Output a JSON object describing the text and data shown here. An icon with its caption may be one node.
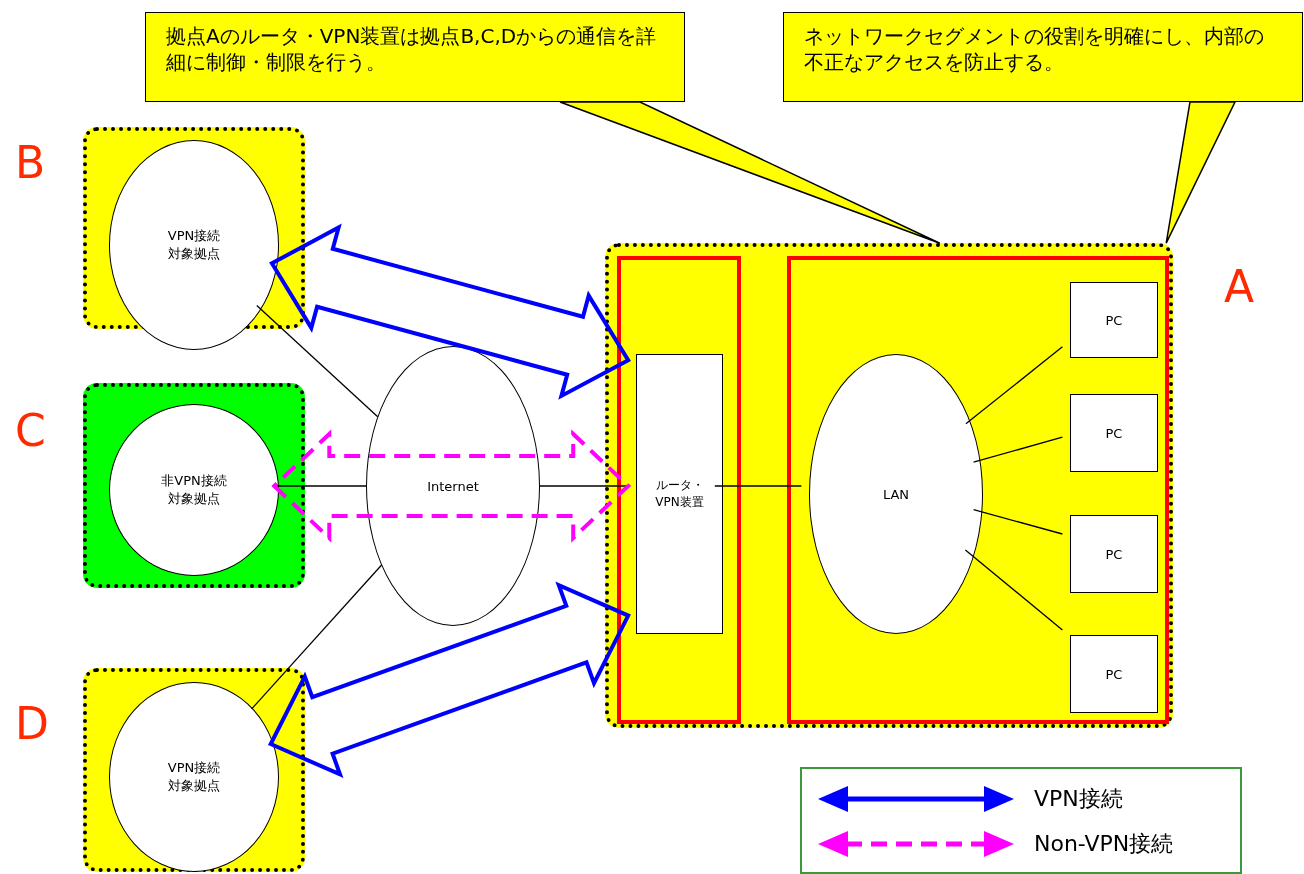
{
  "diagram": {
    "nodes": [
      {
        "text": [
          "B"
        ]
      },
      {
        "text": [
          "VPN接続対象拠点"
        ],
        "in": 0
      },
      {
        "text": [
          "C"
        ]
      },
      {
        "text": [
          "非VPN接続対象拠点"
        ],
        "in": 2
      },
      {
        "text": [
          "D"
        ]
      },
      {
        "text": [
          "VPN接続対象拠点"
        ],
        "in": 4
      },
      {
        "text": [
          "Internet"
        ]
      },
      {
        "text": [
          "A"
        ]
      },
      {
        "text": [],
        "shape": "box",
        "in": 7
      },
      {
        "text": [
          "ルータ・VPN装置"
        ],
        "in": 8
      },
      {
        "text": [],
        "shape": "box",
        "in": 7
      },
      {
        "text": [
          "LAN"
        ],
        "in": 10
      },
      {
        "text": [
          "PC"
        ],
        "in": 10
      },
      {
        "text": [
          "PC"
        ],
        "in": 10
      },
      {
        "text": [
          "PC"
        ],
        "in": 10
      },
      {
        "text": [
          "PC"
        ],
        "in": 10
      },
      {
        "text": [
          "拠点Aのルータ・VPN装置は拠点B,C,Dからの通信を詳細に制御・制限を行う。"
        ]
      },
      {
        "text": [
          "ネットワークセグメントの役割を明確にし、内部の不正なアクセスを防止する。"
        ]
      }
    ],
    "edges": [
      {
        "from": 1,
        "to": 6,
        "arrow": "none"
      },
      {
        "from": 3,
        "to": 6,
        "arrow": "none"
      },
      {
        "from": 5,
        "to": 6,
        "arrow": "none"
      },
      {
        "from": 6,
        "to": 9,
        "arrow": "none"
      },
      {
        "from": 9,
        "to": 11,
        "arrow": "none"
      },
      {
        "from": 11,
        "to": 12,
        "arrow": "none"
      },
      {
        "from": 11,
        "to": 13,
        "arrow": "none"
      },
      {
        "from": 11,
        "to": 14,
        "arrow": "none"
      },
      {
        "from": 11,
        "to": 15,
        "arrow": "none"
      },
      {
        "from": 1,
        "to": 9,
        "arrow": "both",
        "style": "thick",
        "color": "#0000ff"
      },
      {
        "from": 3,
        "to": 9,
        "arrow": "both",
        "style": "dashed",
        "color": "#ff00ff"
      },
      {
        "from": 5,
        "to": 9,
        "arrow": "both",
        "style": "thick",
        "color": "#0000ff"
      },
      {
        "from": 16,
        "to": 7,
        "arrow": "none"
      },
      {
        "from": 17,
        "to": 7,
        "arrow": "none"
      }
    ],
    "legend": [
      {
        "text": "VPN接続"
      },
      {
        "text": "Non-VPN接続"
      }
    ]
  }
}
